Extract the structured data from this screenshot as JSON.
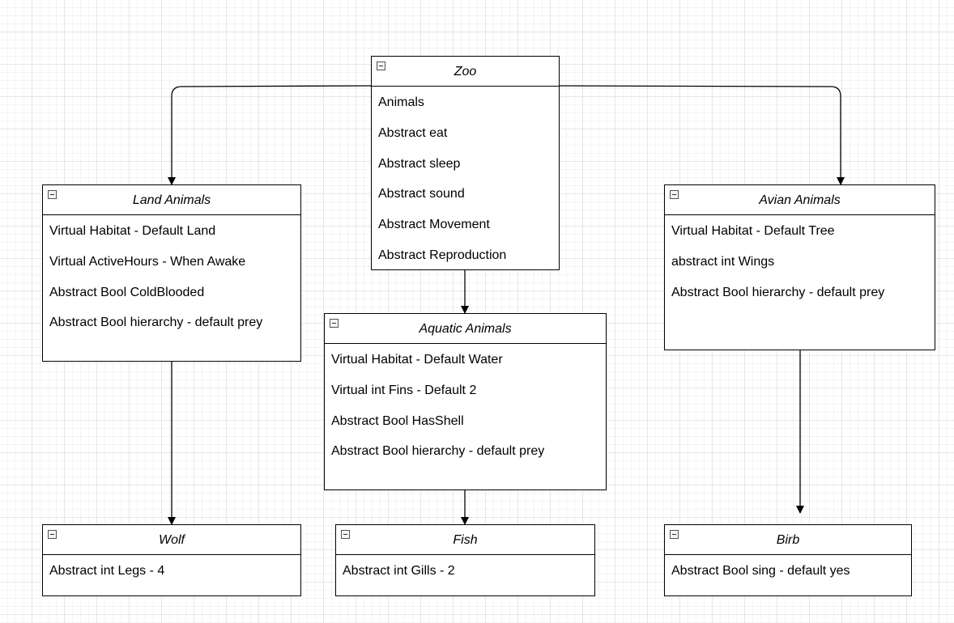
{
  "classes": {
    "zoo": {
      "name": "Zoo",
      "attributes": [
        "Animals",
        "Abstract eat",
        "Abstract sleep",
        "Abstract sound",
        "Abstract Movement",
        "Abstract Reproduction"
      ]
    },
    "land": {
      "name": "Land Animals",
      "attributes": [
        "Virtual Habitat - Default Land",
        "Virtual ActiveHours - When Awake",
        "Abstract Bool ColdBlooded",
        "Abstract Bool hierarchy - default prey"
      ]
    },
    "aquatic": {
      "name": "Aquatic Animals",
      "attributes": [
        "Virtual Habitat - Default Water",
        "Virtual int Fins - Default 2",
        "Abstract Bool HasShell",
        "Abstract Bool hierarchy - default prey"
      ]
    },
    "avian": {
      "name": "Avian Animals",
      "attributes": [
        "Virtual Habitat - Default Tree",
        "abstract int Wings",
        "Abstract Bool hierarchy - default prey"
      ]
    },
    "wolf": {
      "name": "Wolf",
      "attributes": [
        "Abstract int Legs - 4"
      ]
    },
    "fish": {
      "name": "Fish",
      "attributes": [
        "Abstract int Gills - 2"
      ]
    },
    "birb": {
      "name": "Birb",
      "attributes": [
        "Abstract Bool sing - default yes"
      ]
    }
  },
  "relations": [
    {
      "from": "zoo",
      "to": "land"
    },
    {
      "from": "zoo",
      "to": "aquatic"
    },
    {
      "from": "zoo",
      "to": "avian"
    },
    {
      "from": "land",
      "to": "wolf"
    },
    {
      "from": "aquatic",
      "to": "fish"
    },
    {
      "from": "avian",
      "to": "birb"
    }
  ],
  "colors": {
    "border": "#000000",
    "grid": "#e6e6e6",
    "background": "#ffffff"
  }
}
